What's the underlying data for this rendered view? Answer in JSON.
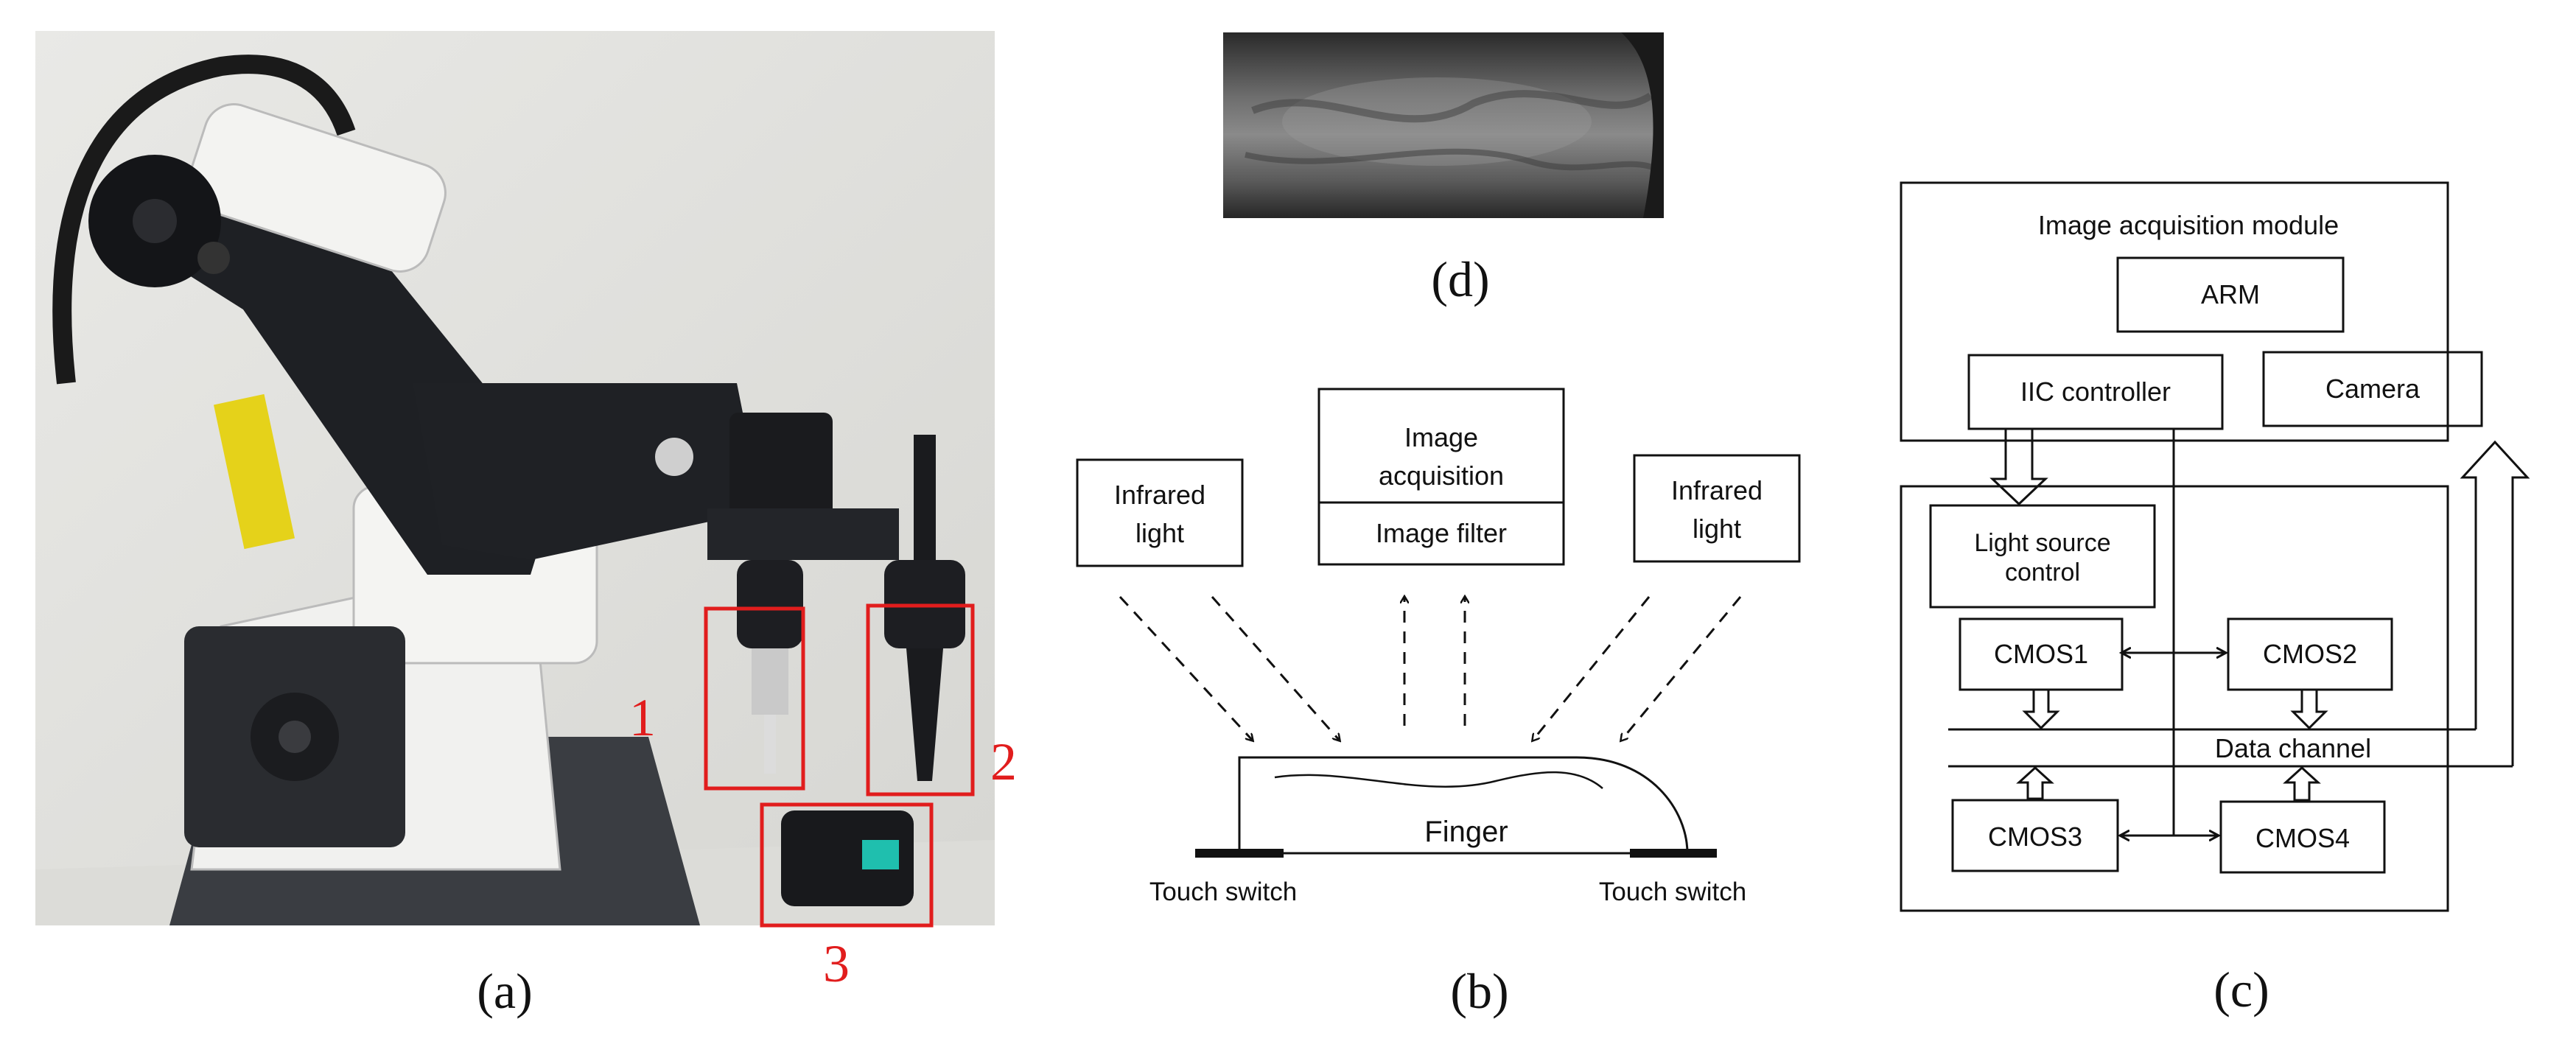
{
  "panels": {
    "a": {
      "caption": "(a)",
      "markers": [
        "1",
        "2",
        "3"
      ],
      "colors": {
        "marker": "#e11d1d"
      }
    },
    "b": {
      "caption": "(b)",
      "infrared_left": [
        "Infrared",
        "light"
      ],
      "infrared_right": [
        "Infrared",
        "light"
      ],
      "image_acquisition": [
        "Image",
        "acquisition"
      ],
      "image_filter": "Image filter",
      "finger": "Finger",
      "touch_switch_left": "Touch switch",
      "touch_switch_right": "Touch switch"
    },
    "c": {
      "caption": "(c)",
      "module_title": "Image acquisition module",
      "arm": "ARM",
      "iic_controller": "IIC controller",
      "camera": "Camera",
      "light_source_control": [
        "Light source",
        "control"
      ],
      "cmos1": "CMOS1",
      "cmos2": "CMOS2",
      "cmos3": "CMOS3",
      "cmos4": "CMOS4",
      "data_channel": "Data channel"
    },
    "d": {
      "caption": "(d)"
    }
  }
}
